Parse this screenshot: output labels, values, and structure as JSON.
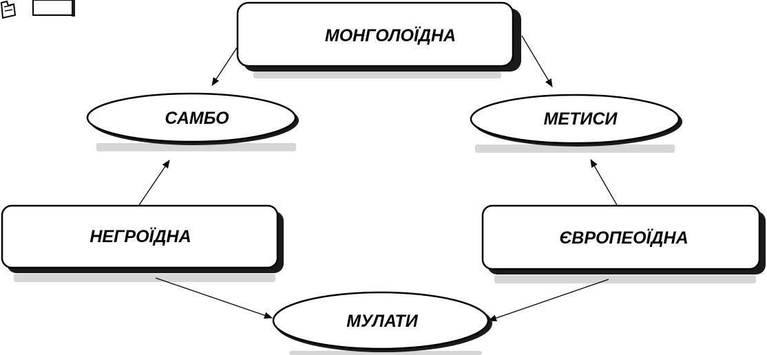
{
  "nodes": {
    "mongoloid": "МОНГОЛОЇДНА",
    "sambo": "САМБО",
    "metysy": "МЕТИСИ",
    "negroid": "НЕГРОЇДНА",
    "europeoid": "ЄВРОПЕОЇДНА",
    "mulaty": "МУЛАТИ"
  },
  "edges": [
    {
      "from": "mongoloid",
      "to": "sambo"
    },
    {
      "from": "mongoloid",
      "to": "metysy"
    },
    {
      "from": "negroid",
      "to": "sambo"
    },
    {
      "from": "europeoid",
      "to": "metysy"
    },
    {
      "from": "negroid",
      "to": "mulaty"
    },
    {
      "from": "europeoid",
      "to": "mulaty"
    }
  ],
  "icons": [
    "hand-icon",
    "square-icon"
  ]
}
